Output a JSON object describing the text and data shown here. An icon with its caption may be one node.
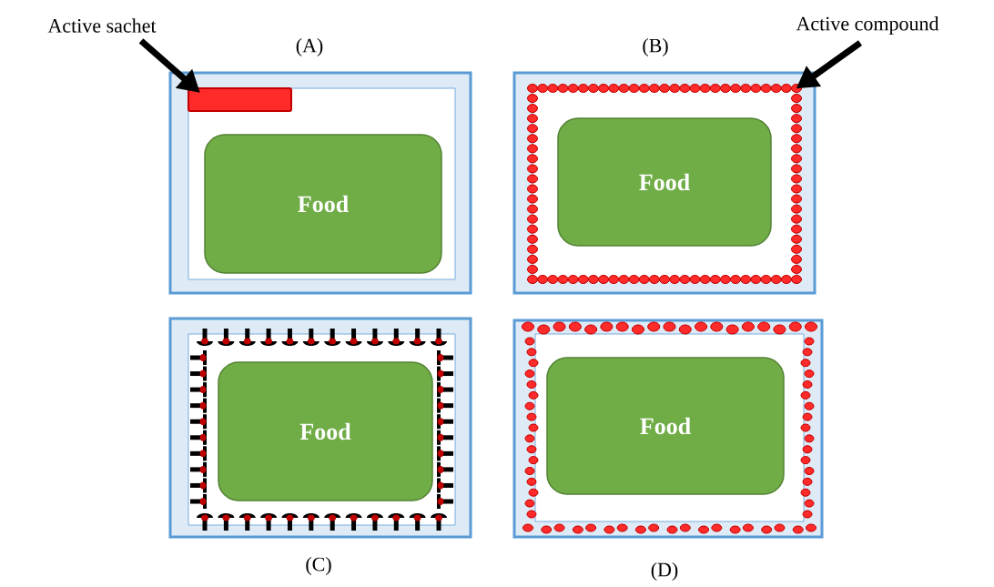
{
  "diagram": {
    "nodes": [
      {
        "text": [
          "Active sachet"
        ]
      },
      {
        "text": [
          "(A)"
        ]
      },
      {
        "text": [],
        "shape": "bar",
        "in": 1
      },
      {
        "text": [
          "Food"
        ],
        "in": 1
      },
      {
        "text": [
          "(B)"
        ]
      },
      {
        "text": [
          "Food"
        ],
        "in": 4
      },
      {
        "text": [
          "Active compound"
        ]
      },
      {
        "text": [
          "(C)"
        ]
      },
      {
        "text": [
          "Food"
        ],
        "in": 7
      },
      {
        "text": [
          "(D)"
        ]
      },
      {
        "text": [
          "Food"
        ],
        "in": 9
      }
    ],
    "edges": [
      {
        "from": 0,
        "to": 2,
        "arrow": "to"
      },
      {
        "from": 6,
        "to": 4,
        "arrow": "to"
      }
    ]
  }
}
